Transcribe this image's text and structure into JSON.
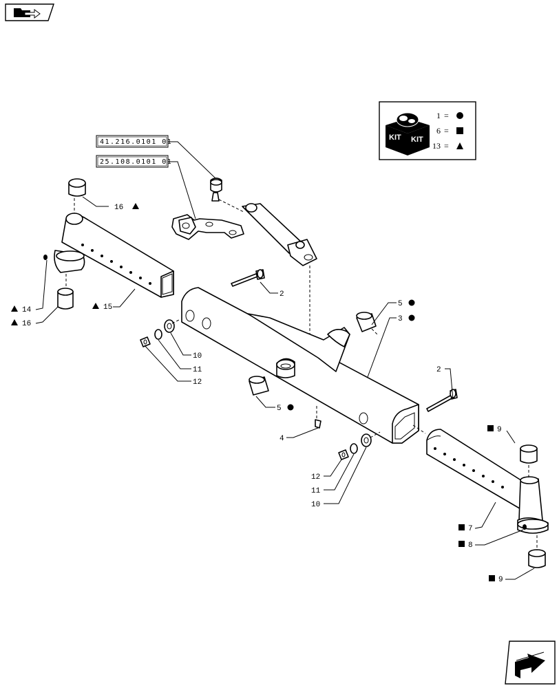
{
  "references": [
    {
      "id": "ref-1",
      "text": "41.216.0101 01"
    },
    {
      "id": "ref-2",
      "text": "25.108.0101 01"
    }
  ],
  "kit_legend": {
    "icon_text_left": "KIT",
    "icon_text_right": "KIT",
    "rows": [
      {
        "number": "1",
        "symbol": "circle"
      },
      {
        "number": "6",
        "symbol": "square"
      },
      {
        "number": "13",
        "symbol": "triangle"
      }
    ]
  },
  "callouts": {
    "c2a": "2",
    "c2b": "2",
    "c3": "3",
    "c4": "4",
    "c5a": "5",
    "c5b": "5",
    "c7": "7",
    "c8": "8",
    "c9a": "9",
    "c9b": "9",
    "c10a": "10",
    "c10b": "10",
    "c11a": "11",
    "c11b": "11",
    "c12a": "12",
    "c12b": "12",
    "c14": "14",
    "c15": "15",
    "c16a": "16",
    "c16b": "16"
  },
  "nav_icons": {
    "top": "book-arrow-icon",
    "bottom": "next-arrow-icon"
  }
}
